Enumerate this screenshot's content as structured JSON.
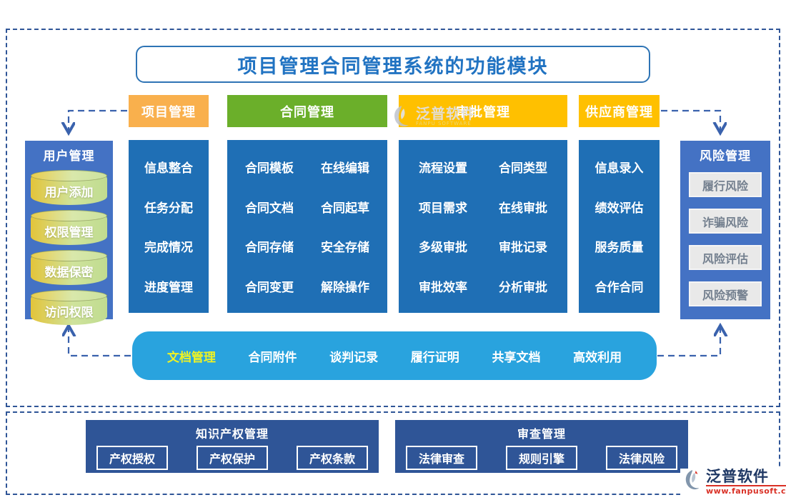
{
  "title": "项目管理合同管理系统的功能模块",
  "columns": [
    {
      "header": "项目管理",
      "items": [
        "信息整合",
        "任务分配",
        "完成情况",
        "进度管理"
      ]
    },
    {
      "header": "合同管理",
      "items": [
        "合同模板",
        "在线编辑",
        "合同文档",
        "合同起草",
        "合同存储",
        "安全存储",
        "合同变更",
        "解除操作"
      ]
    },
    {
      "header": "审批管理",
      "items": [
        "流程设置",
        "合同类型",
        "项目需求",
        "在线审批",
        "多级审批",
        "审批记录",
        "审批效率",
        "分析审批"
      ]
    },
    {
      "header": "供应商管理",
      "items": [
        "信息录入",
        "绩效评估",
        "服务质量",
        "合作合同"
      ]
    }
  ],
  "left_panel": {
    "title": "用户管理",
    "items": [
      "用户添加",
      "权限管理",
      "数据保密",
      "访问权限"
    ]
  },
  "right_panel": {
    "title": "风险管理",
    "items": [
      "履行风险",
      "诈骗风险",
      "风险评估",
      "风险预警"
    ]
  },
  "doc_bar": {
    "items": [
      "文档管理",
      "合同附件",
      "谈判记录",
      "履行证明",
      "共享文档",
      "高效利用"
    ]
  },
  "bottom_sections": [
    {
      "title": "知识产权管理",
      "items": [
        "产权授权",
        "产权保护",
        "产权条款"
      ]
    },
    {
      "title": "审查管理",
      "items": [
        "法律审查",
        "规则引擎",
        "法律风险"
      ]
    }
  ],
  "watermark": {
    "name": "泛普软件",
    "sub": "FANPU SOFTWARE"
  },
  "logo": {
    "name": "泛普软件",
    "url": "www.fanpusoft.com"
  },
  "colors": {
    "column_blue": "#1f6fb5",
    "panel_blue": "#4472c4",
    "header_orange": "#f9b04d",
    "header_green": "#6baf2a",
    "header_gold": "#ffc000",
    "doc_bar_blue": "#29a3de",
    "doc_bar_highlight": "#eef224",
    "bottom_navy": "#2f5597",
    "title_blue": "#2173c2",
    "connector_blue": "#3a62ad",
    "logo_url_red": "#d93025"
  }
}
